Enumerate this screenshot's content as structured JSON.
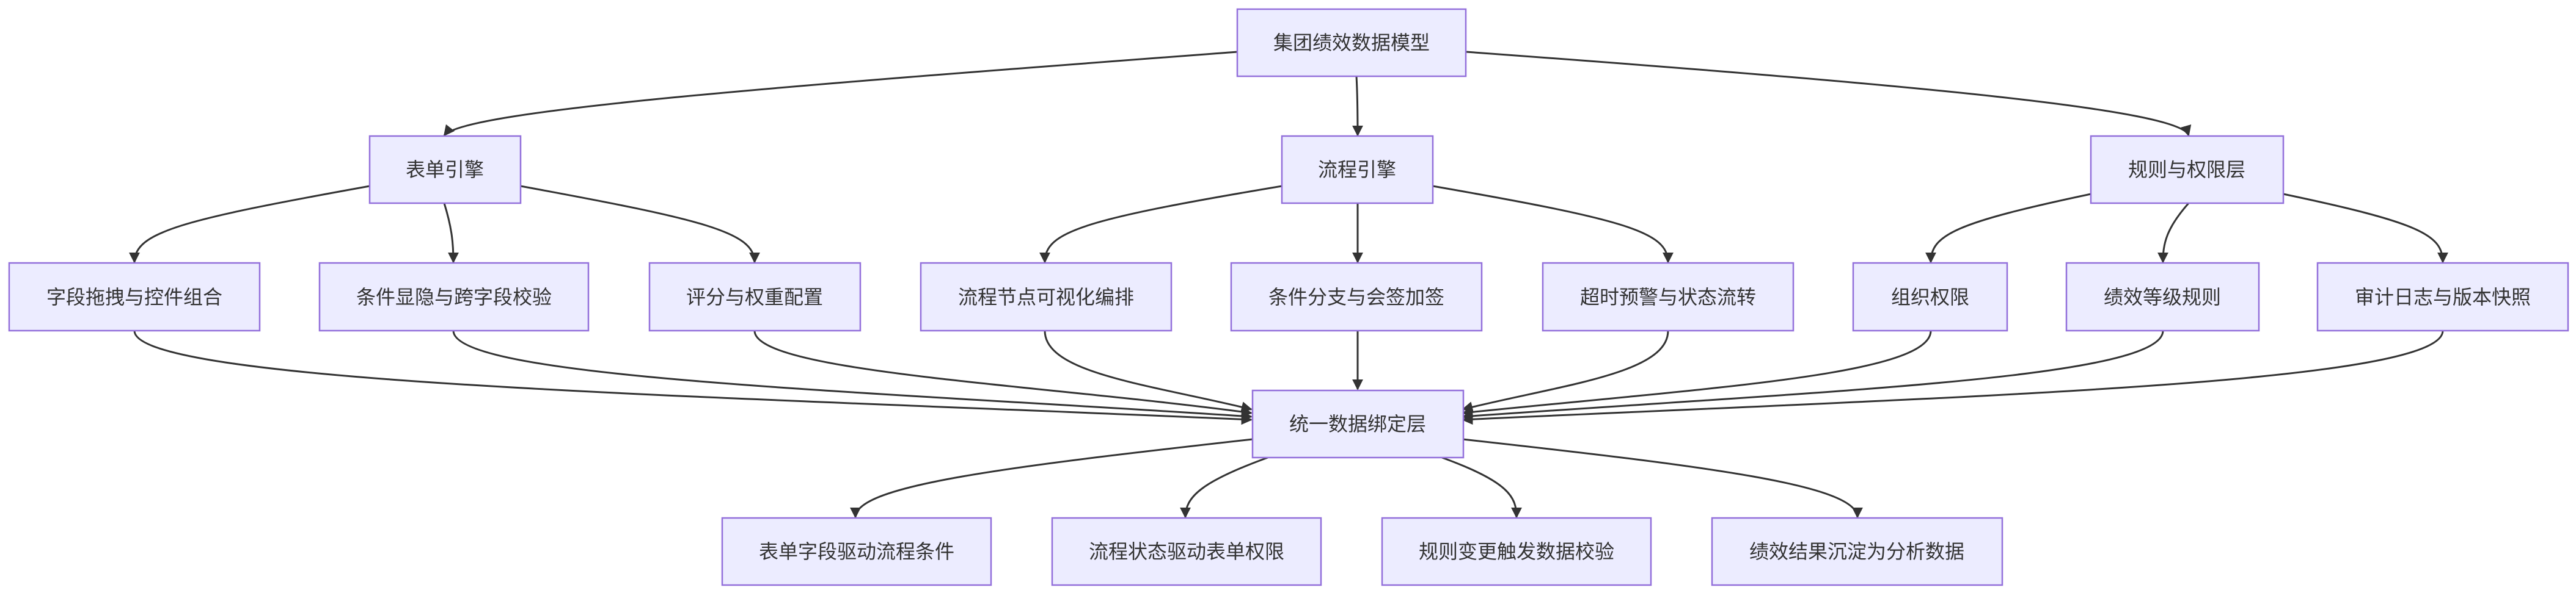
{
  "nodes": {
    "root": "集团绩效数据模型",
    "form_engine": "表单引擎",
    "flow_engine": "流程引擎",
    "rules_layer": "规则与权限层",
    "drag_fields": "字段拖拽与控件组合",
    "cond_visibility": "条件显隐与跨字段校验",
    "scoring_weights": "评分与权重配置",
    "flow_visual": "流程节点可视化编排",
    "branch_sign": "条件分支与会签加签",
    "timeout_alert": "超时预警与状态流转",
    "org_perm": "组织权限",
    "perf_rules": "绩效等级规则",
    "audit_log": "审计日志与版本快照",
    "binding_layer": "统一数据绑定层",
    "form_drive_flow": "表单字段驱动流程条件",
    "flow_drive_form": "流程状态驱动表单权限",
    "rule_trigger": "规则变更触发数据校验",
    "result_analysis": "绩效结果沉淀为分析数据"
  }
}
